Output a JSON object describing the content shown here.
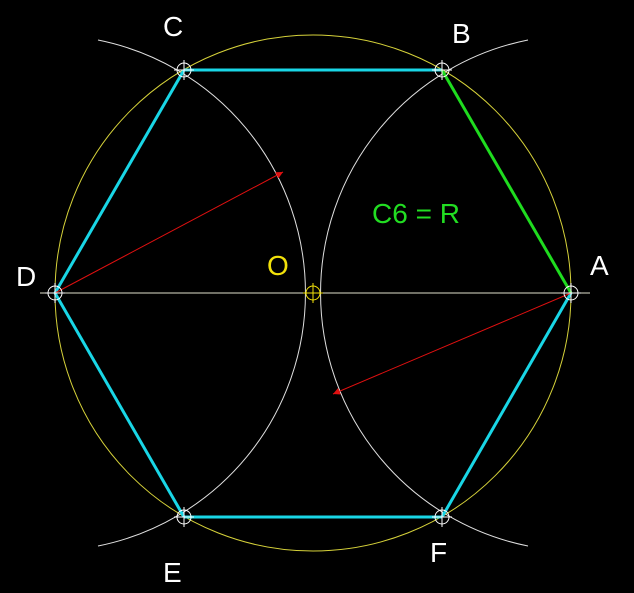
{
  "colors": {
    "background": "#000000",
    "hexagon": "#19d6e6",
    "side": "#1fdc1f",
    "circle": "#d6d23a",
    "arcs": "#e0e0e0",
    "axis": "#e0e0cc",
    "arrow": "#e01010",
    "vertex_label": "#ffffff",
    "center_label": "#f2e10a",
    "formula": "#22dd22"
  },
  "labels": {
    "A": "A",
    "B": "B",
    "C": "C",
    "D": "D",
    "E": "E",
    "F": "F",
    "O": "O",
    "formula": "C6 = R"
  }
}
